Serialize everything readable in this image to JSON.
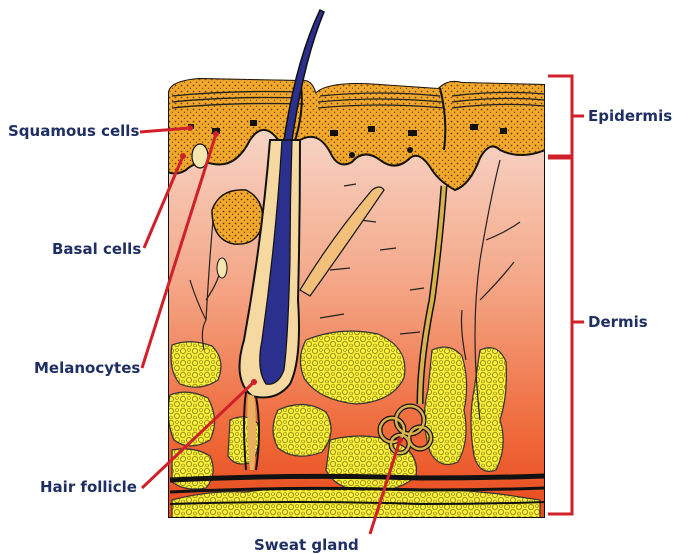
{
  "labels": {
    "squamous": "Squamous cells",
    "basal": "Basal cells",
    "melanocytes": "Melanocytes",
    "hair_follicle": "Hair follicle",
    "sweat_gland": "Sweat gland",
    "epidermis": "Epidermis",
    "dermis": "Dermis"
  },
  "colors": {
    "label_text": "#1f2f63",
    "leader_line": "#d0202a",
    "epidermis_fill": "#f2a82a",
    "dermis_top": "#f8e0d4",
    "dermis_bottom": "#ee4a1e",
    "fat_cells": "#f7ef3a",
    "hair": "#2b2f8e",
    "outline": "#111111"
  }
}
